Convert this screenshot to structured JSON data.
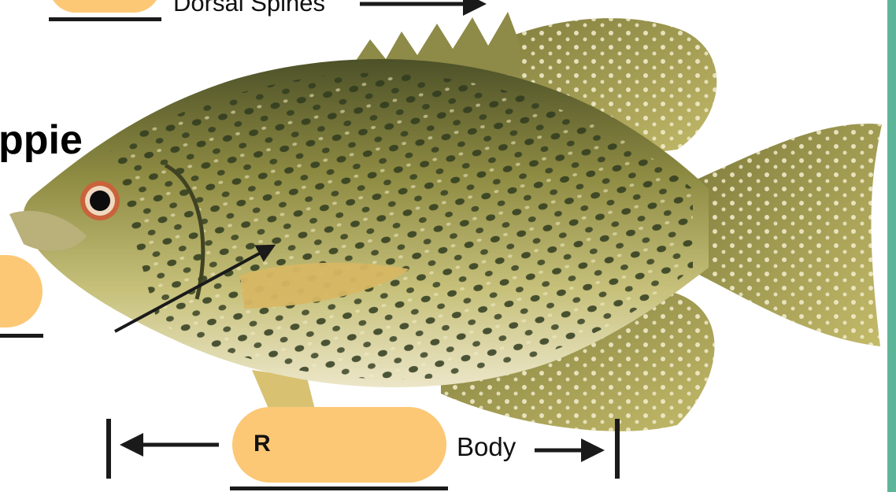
{
  "title": "ppie",
  "labels": {
    "dorsal_spines": "Dorsal Spines",
    "body": "Body",
    "answer_letter": "R"
  },
  "colors": {
    "answer_box": "#fcc875",
    "accent_bar": "#5eb59a",
    "fish_body": "#9a9448",
    "fish_fins": "#b9b25c",
    "spots": "#2f3b1f"
  },
  "image": "crappie-fish-illustration"
}
